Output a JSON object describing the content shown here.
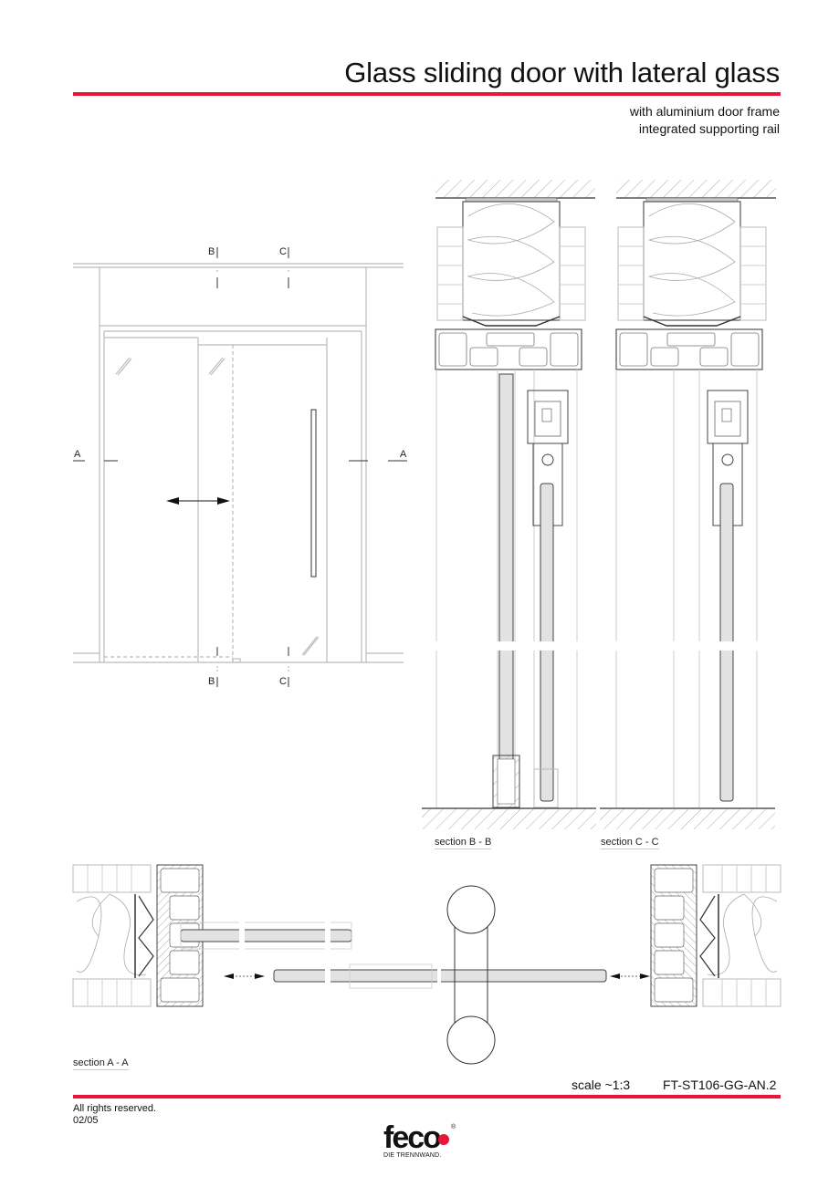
{
  "header": {
    "title": "Glass sliding door with lateral glass",
    "subtitle_line1": "with aluminium door frame",
    "subtitle_line2": "integrated supporting rail"
  },
  "elevation": {
    "markers": {
      "b_top": "B",
      "c_top": "C",
      "b_bottom": "B",
      "c_bottom": "C",
      "a_left": "A",
      "a_right": "A"
    }
  },
  "sections": {
    "bb_label": "section B - B",
    "cc_label": "section C - C",
    "aa_label": "section A - A"
  },
  "footer": {
    "scale": "scale ~1:3",
    "drawing_no": "FT-ST106-GG-AN.2",
    "rights": "All rights reserved.",
    "date": "02/05",
    "logo_word": "feco",
    "logo_tagline": "DIE TRENNWAND."
  },
  "colors": {
    "accent_red": "#e8173a",
    "line_gray": "#bbbbbb",
    "glass_fill": "#e2e2e2"
  }
}
